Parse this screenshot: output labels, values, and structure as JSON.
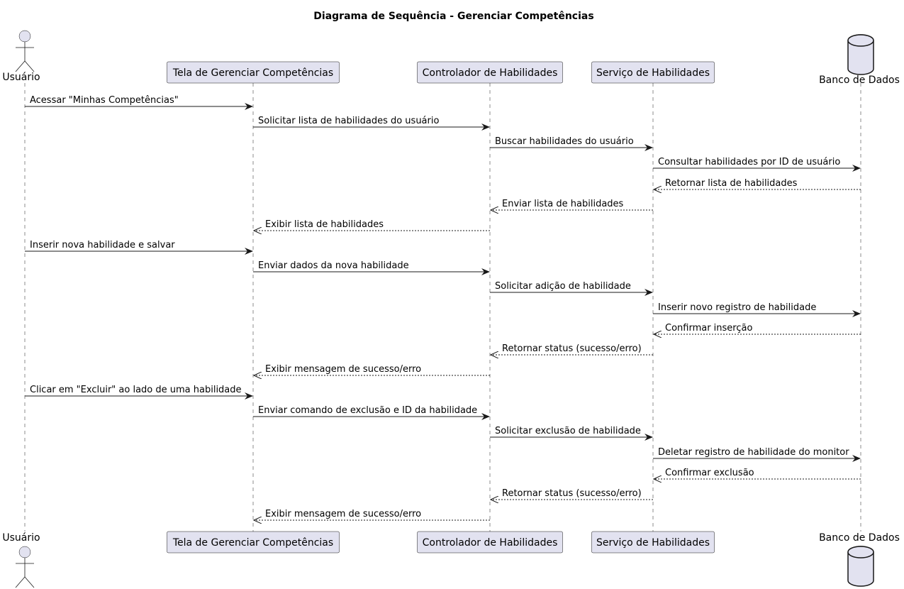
{
  "title": "Diagrama de Sequência - Gerenciar Competências",
  "participants": [
    {
      "id": "usuario",
      "label": "Usuário",
      "kind": "actor"
    },
    {
      "id": "tela",
      "label": "Tela de Gerenciar Competências",
      "kind": "participant"
    },
    {
      "id": "controlador",
      "label": "Controlador de Habilidades",
      "kind": "participant"
    },
    {
      "id": "servico",
      "label": "Serviço de Habilidades",
      "kind": "participant"
    },
    {
      "id": "banco",
      "label": "Banco de Dados",
      "kind": "database"
    }
  ],
  "messages": [
    {
      "from": "usuario",
      "to": "tela",
      "label": "Acessar \"Minhas Competências\"",
      "type": "sync"
    },
    {
      "from": "tela",
      "to": "controlador",
      "label": "Solicitar lista de habilidades do usuário",
      "type": "sync"
    },
    {
      "from": "controlador",
      "to": "servico",
      "label": "Buscar habilidades do usuário",
      "type": "sync"
    },
    {
      "from": "servico",
      "to": "banco",
      "label": "Consultar habilidades por ID de usuário",
      "type": "sync"
    },
    {
      "from": "banco",
      "to": "servico",
      "label": "Retornar lista de habilidades",
      "type": "return"
    },
    {
      "from": "servico",
      "to": "controlador",
      "label": "Enviar lista de habilidades",
      "type": "return"
    },
    {
      "from": "controlador",
      "to": "tela",
      "label": "Exibir lista de habilidades",
      "type": "return"
    },
    {
      "from": "usuario",
      "to": "tela",
      "label": "Inserir nova habilidade e salvar",
      "type": "sync"
    },
    {
      "from": "tela",
      "to": "controlador",
      "label": "Enviar dados da nova habilidade",
      "type": "sync"
    },
    {
      "from": "controlador",
      "to": "servico",
      "label": "Solicitar adição de habilidade",
      "type": "sync"
    },
    {
      "from": "servico",
      "to": "banco",
      "label": "Inserir novo registro de habilidade",
      "type": "sync"
    },
    {
      "from": "banco",
      "to": "servico",
      "label": "Confirmar inserção",
      "type": "return"
    },
    {
      "from": "servico",
      "to": "controlador",
      "label": "Retornar status (sucesso/erro)",
      "type": "return"
    },
    {
      "from": "controlador",
      "to": "tela",
      "label": "Exibir mensagem de sucesso/erro",
      "type": "return"
    },
    {
      "from": "usuario",
      "to": "tela",
      "label": "Clicar em \"Excluir\" ao lado de uma habilidade",
      "type": "sync"
    },
    {
      "from": "tela",
      "to": "controlador",
      "label": "Enviar comando de exclusão e ID da habilidade",
      "type": "sync"
    },
    {
      "from": "controlador",
      "to": "servico",
      "label": "Solicitar exclusão de habilidade",
      "type": "sync"
    },
    {
      "from": "servico",
      "to": "banco",
      "label": "Deletar registro de habilidade do monitor",
      "type": "sync"
    },
    {
      "from": "banco",
      "to": "servico",
      "label": "Confirmar exclusão",
      "type": "return"
    },
    {
      "from": "servico",
      "to": "controlador",
      "label": "Retornar status (sucesso/erro)",
      "type": "return"
    },
    {
      "from": "controlador",
      "to": "tela",
      "label": "Exibir mensagem de sucesso/erro",
      "type": "return"
    }
  ],
  "colors": {
    "participant_fill": "#e2e2f0",
    "stroke": "#181818"
  }
}
